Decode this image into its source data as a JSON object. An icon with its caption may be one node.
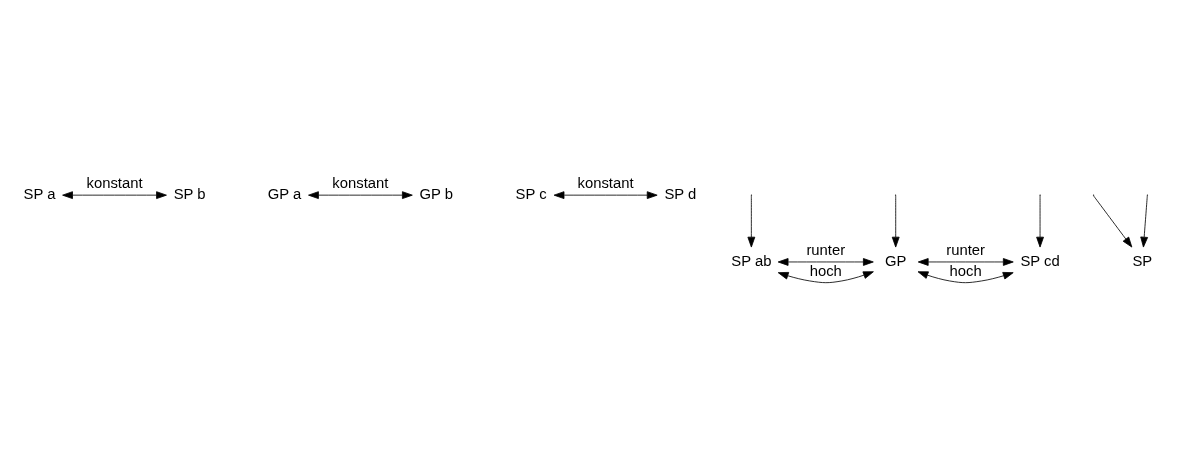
{
  "diagram": {
    "nodes": [
      {
        "text": [
          "SP a"
        ]
      },
      {
        "text": [
          "SP b"
        ]
      },
      {
        "text": [
          "GP a"
        ]
      },
      {
        "text": [
          "GP b"
        ]
      },
      {
        "text": [
          "SP c"
        ]
      },
      {
        "text": [
          "SP d"
        ]
      },
      {
        "text": [
          "SP ab"
        ]
      },
      {
        "text": [
          "GP"
        ]
      },
      {
        "text": [
          "SP cd"
        ]
      },
      {
        "text": [
          "SP"
        ]
      }
    ],
    "edges": [
      {
        "from": 0,
        "to": 1,
        "arrow": "both",
        "label": "konstant"
      },
      {
        "from": null,
        "to": 6,
        "arrow": "to"
      },
      {
        "from": 2,
        "to": 3,
        "arrow": "both",
        "label": "konstant"
      },
      {
        "from": null,
        "to": 7,
        "arrow": "to"
      },
      {
        "from": 4,
        "to": 5,
        "arrow": "both",
        "label": "konstant"
      },
      {
        "from": null,
        "to": 8,
        "arrow": "to"
      },
      {
        "from": 6,
        "to": 7,
        "arrow": "both",
        "label": "hoch"
      },
      {
        "from": 6,
        "to": 7,
        "arrow": "both",
        "label": "runter"
      },
      {
        "from": 7,
        "to": 8,
        "arrow": "both",
        "label": "hoch"
      },
      {
        "from": 7,
        "to": 8,
        "arrow": "both",
        "label": "runter"
      },
      {
        "from": null,
        "to": 9,
        "arrow": "to"
      },
      {
        "from": null,
        "to": 9,
        "arrow": "to"
      }
    ]
  }
}
